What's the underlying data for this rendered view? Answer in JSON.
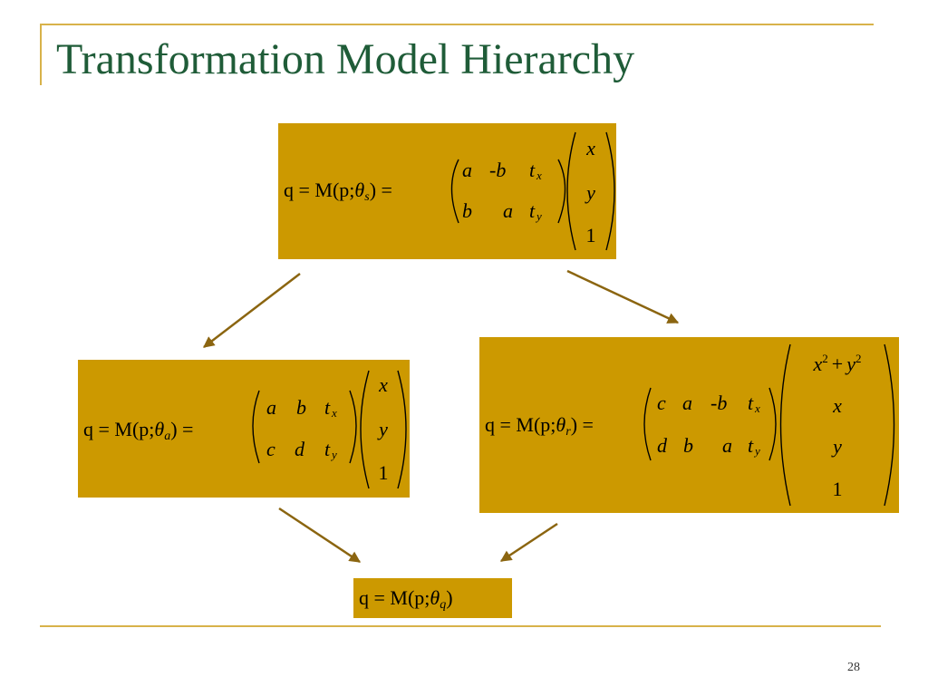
{
  "slide": {
    "title": "Transformation Model Hierarchy",
    "page_number": "28"
  },
  "colors": {
    "box_fill": "#cc9900",
    "arrow": "#8b6510",
    "rule": "#d8b24a",
    "title": "#1f5c38"
  },
  "nodes": {
    "similarity": {
      "lhs_prefix": "q = M(p;",
      "theta": "θ",
      "subscript": "s",
      "lhs_suffix": ") =",
      "matrix_rows": [
        [
          "a",
          "-b",
          "t",
          "x"
        ],
        [
          "b",
          "a",
          "t",
          "y"
        ]
      ],
      "vector": [
        "x",
        "y",
        "1"
      ]
    },
    "affine": {
      "lhs_prefix": "q = M(p;",
      "theta": "θ",
      "subscript": "a",
      "lhs_suffix": ") =",
      "matrix_rows": [
        [
          "a",
          "b",
          "t",
          "x"
        ],
        [
          "c",
          "d",
          "t",
          "y"
        ]
      ],
      "vector": [
        "x",
        "y",
        "1"
      ]
    },
    "radial": {
      "lhs_prefix": "q = M(p;",
      "theta": "θ",
      "subscript": "r",
      "lhs_suffix": ") =",
      "matrix_rows": [
        [
          "c",
          "a",
          "-b",
          "t",
          "x"
        ],
        [
          "d",
          "b",
          "a",
          "t",
          "y"
        ]
      ],
      "vector_first": {
        "x": "x",
        "sup1": "2",
        "plus": "+",
        "y": "y",
        "sup2": "2"
      },
      "vector": [
        "x",
        "y",
        "1"
      ]
    },
    "general": {
      "lhs_prefix": "q = M(p;",
      "theta": "θ",
      "subscript": "q",
      "lhs_suffix": ")"
    }
  }
}
